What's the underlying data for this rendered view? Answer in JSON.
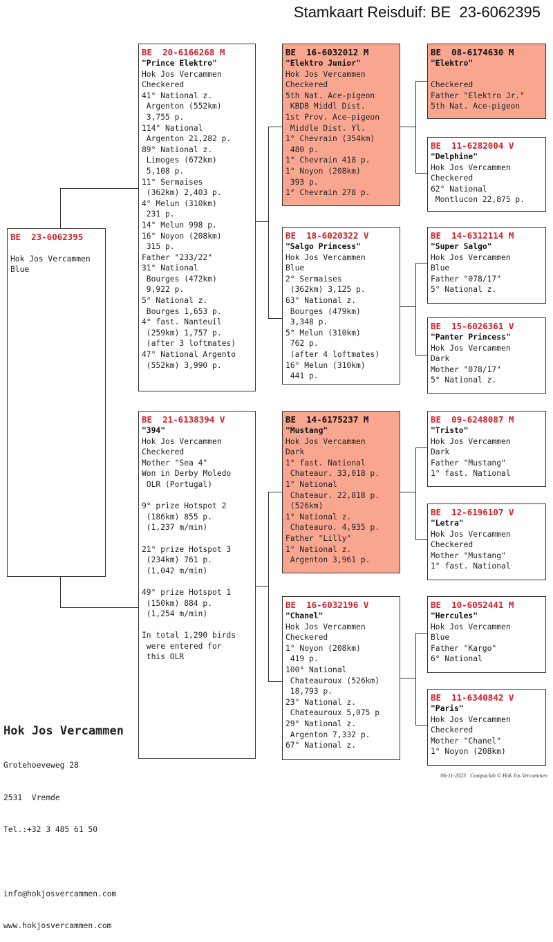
{
  "title": "Stamkaart Reisduif: BE  23-6062395",
  "highlight_color": "#f9a691",
  "ring_color": "#d4202c",
  "boxes": {
    "subject": {
      "ring": "BE  23-6062395",
      "name": "",
      "lines": [
        "",
        "Hok Jos Vercammen",
        "Blue"
      ],
      "highlight": false
    },
    "f": {
      "ring": "BE  20-6166268 M",
      "name": "\"Prince Elektro\"",
      "lines": [
        "Hok Jos Vercammen",
        "Checkered",
        "41° National z.",
        " Argenton (552km)",
        " 3,755 p.",
        "114° National",
        " Argenton 21,282 p.",
        "89° National z.",
        " Limoges (672km)",
        " 5,108 p.",
        "11° Sermaises",
        " (362km) 2,403 p.",
        "4° Melun (310km)",
        " 231 p.",
        "14° Melun 998 p.",
        "16° Noyon (208km)",
        " 315 p.",
        "Father \"233/22\"",
        "31° National",
        " Bourges (472km)",
        " 9,922 p.",
        "5° National z.",
        " Bourges 1,653 p.",
        "4° fast. Nanteuil",
        " (259km) 1,757 p.",
        " (after 3 loftmates)",
        "47° National Argento",
        " (552km) 3,990 p."
      ],
      "highlight": false
    },
    "m": {
      "ring": "BE  21-6138394 V",
      "name": "\"394\"",
      "lines": [
        "Hok Jos Vercammen",
        "Checkered",
        "Mother \"Sea 4\"",
        "Won in Derby Moledo",
        " OLR (Portugal)",
        "",
        "9° prize Hotspot 2",
        " (186km) 855 p.",
        " (1,237 m/min)",
        "",
        "21° prize Hotspot 3",
        " (234km) 761 p.",
        " (1,042 m/min)",
        "",
        "49° prize Hotspot 1",
        " (150km) 884 p.",
        " (1,254 m/min)",
        "",
        "In total 1,290 birds",
        " were entered for",
        " this OLR"
      ],
      "highlight": false
    },
    "ff": {
      "ring": "BE  16-6032012 M",
      "name": "\"Elektro Junior\"",
      "lines": [
        "Hok Jos Vercammen",
        "Checkered",
        "5th Nat. Ace-pigeon",
        " KBDB Middl Dist.",
        "1st Prov. Ace-pigeon",
        " Middle Dist. Yl.",
        "1° Chevrain (354km)",
        " 480 p.",
        "1° Chevrain 418 p.",
        "1° Noyon (208km)",
        " 393 p.",
        "1° Chevrain 278 p."
      ],
      "highlight": true
    },
    "fm": {
      "ring": "BE  18-6020322 V",
      "name": "\"Salgo Princess\"",
      "lines": [
        "Hok Jos Vercammen",
        "Blue",
        "2° Sermaises",
        " (362km) 3,125 p.",
        "63° National z.",
        " Bourges (479km)",
        " 3,348 p.",
        "5° Melun (310km)",
        " 762 p.",
        " (after 4 loftmates)",
        "16° Melun (310km)",
        " 441 p."
      ],
      "highlight": false
    },
    "mf": {
      "ring": "BE  14-6175237 M",
      "name": "\"Mustang\"",
      "lines": [
        "Hok Jos Vercammen",
        "Dark",
        "1° fast. National",
        " Chateaur. 33,018 p.",
        "1° National",
        " Chateaur. 22,818 p.",
        " (526km)",
        "1° National z.",
        " Chateauro. 4,935 p.",
        "Father \"Lilly\"",
        "1° National z.",
        " Argenton 3,961 p."
      ],
      "highlight": true
    },
    "mm": {
      "ring": "BE  16-6032196 V",
      "name": "\"Chanel\"",
      "lines": [
        "Hok Jos Vercammen",
        "Checkered",
        "1° Noyon (208km)",
        " 419 p.",
        "100° National",
        " Chateauroux (526km)",
        " 18,793 p.",
        "23° National z.",
        " Chateauroux 5,075 p",
        "29° National z.",
        " Argenton 7,332 p.",
        "67° National z."
      ],
      "highlight": false
    },
    "fff": {
      "ring": "BE  08-6174630 M",
      "name": "\"Elektro\"",
      "lines": [
        "",
        "Checkered",
        "Father \"Elektro Jr.\"",
        "5th Nat. Ace-pigeon"
      ],
      "highlight": true
    },
    "ffm": {
      "ring": "BE  11-6282004 V",
      "name": "\"Delphine\"",
      "lines": [
        "Hok Jos Vercammen",
        "Checkered",
        "62° National",
        " Montlucon 22,875 p."
      ],
      "highlight": false
    },
    "fmf": {
      "ring": "BE  14-6312114 M",
      "name": "\"Super Salgo\"",
      "lines": [
        "Hok Jos Vercammen",
        "Blue",
        "Father \"078/17\"",
        "5° National z."
      ],
      "highlight": false
    },
    "fmm": {
      "ring": "BE  15-6026361 V",
      "name": "\"Panter Princess\"",
      "lines": [
        "Hok Jos Vercammen",
        "Dark",
        "Mother \"078/17\"",
        "5° National z."
      ],
      "highlight": false
    },
    "mff": {
      "ring": "BE  09-6248087 M",
      "name": "\"Tristo\"",
      "lines": [
        "Hok Jos Vercammen",
        "Dark",
        "Father \"Mustang\"",
        "1° fast. National"
      ],
      "highlight": false
    },
    "mfm": {
      "ring": "BE  12-6196107 V",
      "name": "\"Letra\"",
      "lines": [
        "Hok Jos Vercammen",
        "Checkered",
        "Mother \"Mustang\"",
        "1° fast. National"
      ],
      "highlight": false
    },
    "mmf": {
      "ring": "BE  10-6052441 M",
      "name": "\"Hercules\"",
      "lines": [
        "Hok Jos Vercammen",
        "Blue",
        "Father \"Kargo\"",
        "6° National"
      ],
      "highlight": false
    },
    "mmm": {
      "ring": "BE  11-6340842 V",
      "name": "\"Paris\"",
      "lines": [
        "Hok Jos Vercammen",
        "Checkered",
        "Mother \"Chanel\"",
        "1° Noyon (208km)"
      ],
      "highlight": false
    }
  },
  "footer": {
    "org": "Hok Jos Vercammen",
    "address": "Grotehoeveweg 28",
    "city": "2531  Vremde",
    "phone": "Tel.:+32 3 485 61 50",
    "email": "info@hokjosvercammen.com",
    "web": "www.hokjosvercammen.com"
  },
  "stamp": "06-11-2023   Compuclub © Hok Jos Vercammen"
}
